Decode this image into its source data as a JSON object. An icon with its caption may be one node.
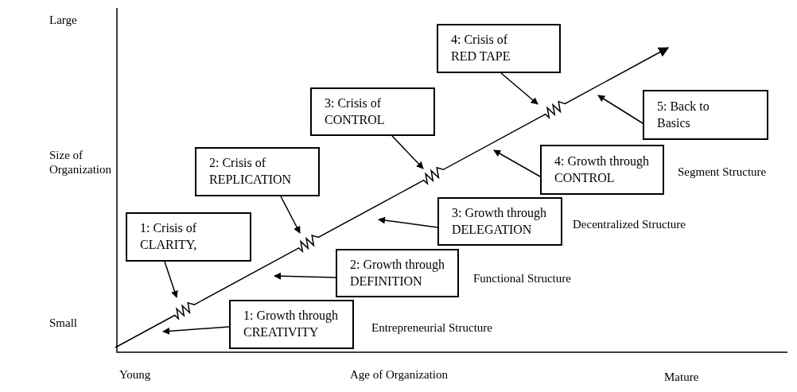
{
  "diagram": {
    "nodes": [
      {
        "text": [
          "4: Crisis of RED TAPE"
        ]
      },
      {
        "text": [
          "3: Crisis of CONTROL"
        ]
      },
      {
        "text": [
          "5: Back to Basics"
        ]
      },
      {
        "text": [
          "2: Crisis of REPLICATION"
        ]
      },
      {
        "text": [
          "4: Growth through CONTROL"
        ]
      },
      {
        "text": [
          "3: Growth through DELEGATION"
        ]
      },
      {
        "text": [
          "1: Crisis of CLARITY,"
        ]
      },
      {
        "text": [
          "2: Growth through DEFINITION"
        ]
      },
      {
        "text": [
          "1: Growth through CREATIVITY"
        ]
      }
    ],
    "edges": [
      {
        "from": 0,
        "to": null,
        "arrow": "to"
      },
      {
        "from": 1,
        "to": null,
        "arrow": "to"
      },
      {
        "from": 2,
        "to": null,
        "arrow": "to"
      },
      {
        "from": 3,
        "to": null,
        "arrow": "to"
      },
      {
        "from": 4,
        "to": null,
        "arrow": "to"
      },
      {
        "from": 5,
        "to": null,
        "arrow": "to"
      },
      {
        "from": 6,
        "to": null,
        "arrow": "to"
      },
      {
        "from": 7,
        "to": null,
        "arrow": "to"
      },
      {
        "from": 8,
        "to": null,
        "arrow": "to"
      }
    ],
    "labels": [
      "Large",
      "Size of Organization",
      "Segment Structure",
      "Decentralized Structure",
      "Functional Structure",
      "Small",
      "Entrepreneurial Structure",
      "Young",
      "Age of Organization",
      "Mature"
    ]
  }
}
